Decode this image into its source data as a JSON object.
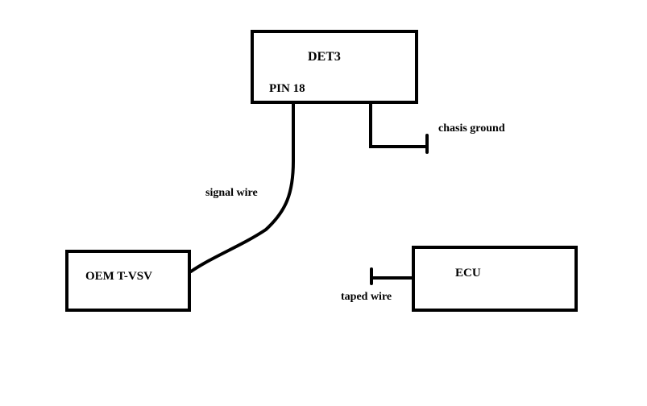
{
  "diagram": {
    "title": "DET3 wiring diagram",
    "colors": {
      "line": "#000000",
      "background": "#ffffff",
      "text": "#000000"
    },
    "components": {
      "det3": {
        "label": "DET3",
        "pin_label": "PIN 18"
      },
      "oem_tvsv": {
        "label": "OEM T-VSV"
      },
      "ecu": {
        "label": "ECU"
      }
    },
    "connections": {
      "signal_wire": {
        "label": "signal wire",
        "from": "DET3 PIN 18",
        "to": "OEM T-VSV"
      },
      "chassis_ground": {
        "label": "chasis ground",
        "from": "DET3",
        "to": "chassis ground terminal"
      },
      "taped_wire": {
        "label": "taped wire",
        "from": "ECU",
        "to": "taped (unconnected) end"
      }
    }
  }
}
